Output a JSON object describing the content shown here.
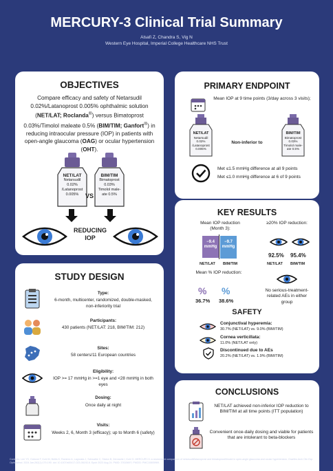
{
  "header": {
    "title": "MERCURY-3 Clinical Trial Summary",
    "authors": "Alsafi Z, Chandra S, Vig N",
    "institution": "Western Eye Hospital, Imperial College Healthcare NHS Trust"
  },
  "objectives": {
    "title": "OBJECTIVES",
    "text_1": "Compare efficacy and safety of Netarsudil 0.02%/Latanoprost 0.005% ophthalmic solution (",
    "text_bold_1": "NET/LAT; Roclanda",
    "text_2": ") versus Bimatoprost 0.03%/Timolol maleate 0.5% (",
    "text_bold_2": "BIM/TIM; Ganfort",
    "text_3": ") in reducing intraocular pressure (IOP) in patients with open-angle glaucoma (",
    "text_bold_3": "OAG",
    "text_4": ") or ocular hypertension (",
    "text_bold_4": "OHT",
    "text_5": ").",
    "bottle_a": {
      "name": "NET/LAT",
      "line1": "Netarsudil",
      "line2": "0.02%",
      "line3": "/Latanoprost",
      "line4": "0.005%"
    },
    "bottle_b": {
      "name": "BIM/TIM",
      "line1": "Bimatoprost",
      "line2": "0.03%",
      "line3": "Timolol male-",
      "line4": "ate 0.5%"
    },
    "vs": "VS",
    "reducing_1": "REDUCING",
    "reducing_2": "IOP"
  },
  "study_design": {
    "title": "STUDY DESIGN",
    "rows": [
      {
        "label": "Type:",
        "value": "6-month, multicenter, randomized, double-masked, non-inferiority trial"
      },
      {
        "label": "Participants:",
        "value": "430 patients (NET/LAT: 218, BIM/TIM: 212)"
      },
      {
        "label": "Sites:",
        "value": "58 centers/11 European countries"
      },
      {
        "label": "Eligibility:",
        "value": "IOP >= 17 mmHg in >=1 eye and <28 mmHg in both eyes"
      },
      {
        "label": "Dosing:",
        "value": "Once daily at night"
      },
      {
        "label": "Visits:",
        "value": "Weeks 2, 6, Month 3 (efficacy); up to Month 6 (safety)"
      }
    ]
  },
  "primary_endpoint": {
    "title": "PRIMARY ENDPOINT",
    "desc": "Mean IOP at 9 time points (3/day across 3 visits);",
    "bottle_a": {
      "name": "NET/LAT",
      "line1": "Netarsudil",
      "line2": "0.02%",
      "line3": "/Latanoprost",
      "line4": "0.005%"
    },
    "bottle_b": {
      "name": "BIM/TIM",
      "line1": "Bimatoprost",
      "line2": "0.03%",
      "line3": "Timolol male-",
      "line4": "ate 0.5%"
    },
    "noninferior": "Non-inferior to",
    "met_1": "Met ≤1.5 mmHg difference at all 9 points",
    "met_2": "Met ≤1.0 mmHg difference at 6 of 9 points"
  },
  "key_results": {
    "title": "KEY RESULTS",
    "iop_title": "Mean IOP reduction (Month 3):",
    "iop_a": "−9.4 mmHg",
    "iop_b": "−9.7 mmHg",
    "label_a": "NET/LAT",
    "label_b": "BIM/TIM",
    "pct20_title": "≥20% IOP reduction:",
    "pct20_a": "92.5%",
    "pct20_b": "95.4%",
    "meanpct_title": "Mean % IOP reduction:",
    "meanpct_a": "36.7%",
    "meanpct_b": "38.6%",
    "serious": "No serious-treatment-related AEs in either group",
    "safety_title": "SAFETY",
    "safety": [
      {
        "label": "Conjunctival hyperemia:",
        "value": "30.7% (NET/LAT) vs. 9.0% (BIM/TIM)"
      },
      {
        "label": "Cornea verticillata:",
        "value": "11.0% (NET/LAT only)"
      },
      {
        "label": "Discontinued due to AEs",
        "value": "20.2% (NET/LAT) vs. 1.9% (BIM/TIM)"
      }
    ]
  },
  "conclusions": {
    "title": "CONCLUSIONS",
    "c1": "NET/LAT achieved non-inferior IOP reduction to BIM/TIM at all time points (ITT population)",
    "c2": "Convenient once-daily dosing and viable for patients that are intolerant to beta-blockers"
  },
  "references": "Contexts: Lee YS, Oddone F, Kohl M, Bettis K, Ramirez A, Lagnosta J, Schwalbe C, Staton B, Zerowsitz I, Kohl G. MERCURY-3: a randomized comparison of netarsudil/latanoprost and bimatoprost/timolol in open-angle glaucoma and ocular hypertension. Graefes Arch Clin Exp Ophthalmol. 2024 Jan;262(1):179-190. doi: 10.1007/s00417-023-06192-6. Epub 2023 Aug 24. PMID: 37615697; PMCID: PMC10805969.",
  "colors": {
    "navy": "#2b3a7a",
    "purple": "#6b5b95",
    "iris": "#3a7bd5",
    "bar_a": "#8d73b5",
    "bar_b": "#5c9bd6"
  }
}
